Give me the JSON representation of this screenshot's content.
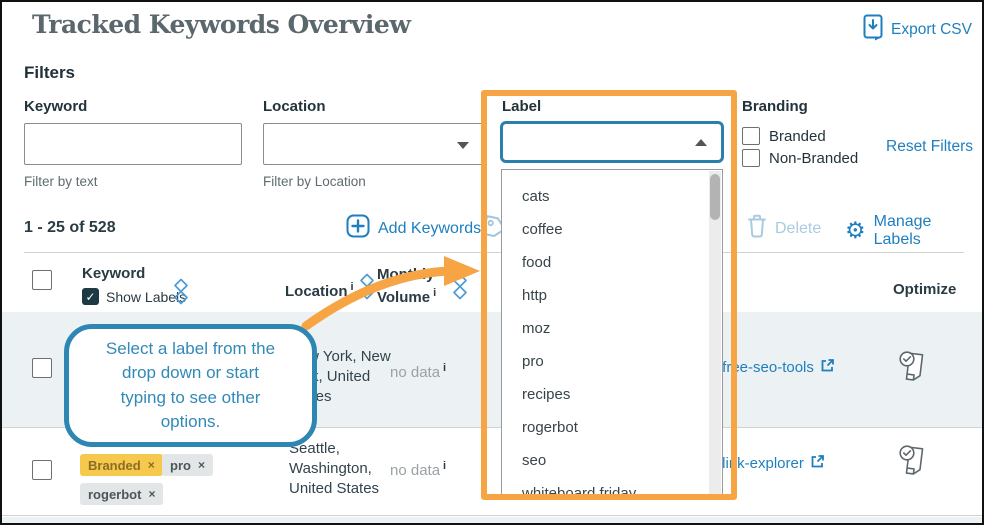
{
  "header": {
    "title": "Tracked Keywords Overview",
    "export_csv": "Export CSV"
  },
  "filters": {
    "heading": "Filters",
    "keyword": {
      "label": "Keyword",
      "helper": "Filter by text",
      "value": ""
    },
    "location": {
      "label": "Location",
      "helper": "Filter by Location",
      "value": ""
    },
    "label": {
      "label": "Label",
      "value": "",
      "options": [
        "cats",
        "coffee",
        "food",
        "http",
        "moz",
        "pro",
        "recipes",
        "rogerbot",
        "seo",
        "whiteboard friday"
      ]
    },
    "branding": {
      "label": "Branding",
      "options": [
        {
          "label": "Branded",
          "checked": false
        },
        {
          "label": "Non-Branded",
          "checked": false
        }
      ]
    },
    "reset": "Reset Filters"
  },
  "toolbar": {
    "count": "1 - 25 of 528",
    "add_keywords": "Add Keywords",
    "delete": "Delete",
    "manage_labels": "Manage Labels"
  },
  "table": {
    "headers": {
      "keyword": "Keyword",
      "show_labels": "Show Labels",
      "show_labels_checked": true,
      "location": "Location",
      "monthly_volume": "Monthly Volume",
      "optimize": "Optimize"
    },
    "rows": [
      {
        "location": "New York, New York, United States",
        "volume": "no data",
        "url": "/free-seo-tools",
        "labels": []
      },
      {
        "labels": [
          {
            "text": "Branded",
            "type": "branded"
          },
          {
            "text": "pro",
            "type": "default"
          },
          {
            "text": "rogerbot",
            "type": "default"
          }
        ],
        "location": "Seattle, Washington, United States",
        "volume": "no data",
        "url": "/link-explorer"
      }
    ]
  },
  "callout": {
    "lines": [
      "Select a label from the",
      "drop down or start",
      "typing to see other",
      "options."
    ]
  },
  "icons": {
    "close": "×",
    "check": "✓",
    "info": "i",
    "gear": "⚙"
  },
  "colors": {
    "accent_blue": "#1e7fbf",
    "focus_blue": "#2e86b3",
    "highlight_orange": "#f7a445",
    "tag_yellow": "#f6c94c",
    "row_bg": "#ecf1f3",
    "disabled_blue": "#a9cbdf",
    "title_gray": "#5a676c"
  }
}
